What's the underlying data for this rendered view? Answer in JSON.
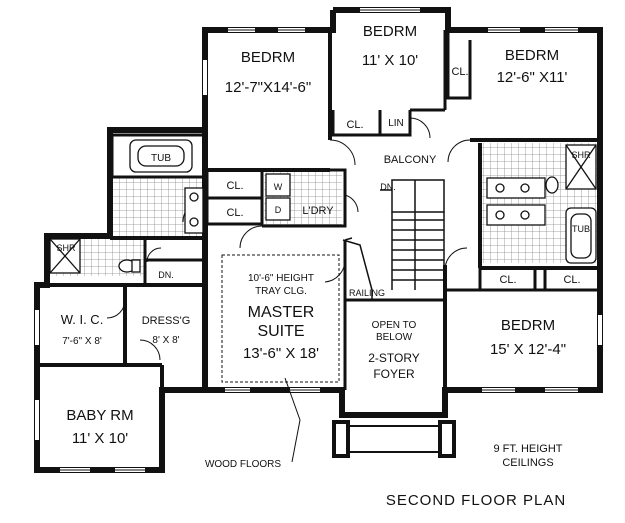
{
  "title": "SECOND FLOOR PLAN",
  "note": {
    "line1": "9 FT. HEIGHT",
    "line2": "CEILINGS"
  },
  "rooms": {
    "bed1": {
      "name": "BEDRM",
      "size": "12'-7\"X14'-6\""
    },
    "bed2": {
      "name": "BEDRM",
      "size": "11' X 10'"
    },
    "bed3": {
      "name": "BEDRM",
      "size": "12'-6\" X11'"
    },
    "bed4": {
      "name": "BEDRM",
      "size": "15' X 12'-4\""
    },
    "master": {
      "line1": "10'-6\" HEIGHT",
      "line2": "TRAY CLG.",
      "name1": "MASTER",
      "name2": "SUITE",
      "size": "13'-6\" X 18'"
    },
    "wic": {
      "name": "W. I. C.",
      "size": "7'-6\" X 8'"
    },
    "dress": {
      "name": "DRESS'G",
      "size": "8' X 8'"
    },
    "baby": {
      "name": "BABY RM",
      "size": "11' X 10'"
    },
    "foyer": {
      "line1": "OPEN TO",
      "line2": "BELOW",
      "name1": "2-STORY",
      "name2": "FOYER"
    }
  },
  "labels": {
    "tub": "TUB",
    "shr": "SHR",
    "cl": "CL.",
    "lin": "LIN",
    "balcony": "BALCONY",
    "dn": "DN.",
    "laundry": "L'DRY",
    "w": "W",
    "d": "D",
    "railing": "RAILING",
    "wood_floors": "WOOD FLOORS"
  }
}
